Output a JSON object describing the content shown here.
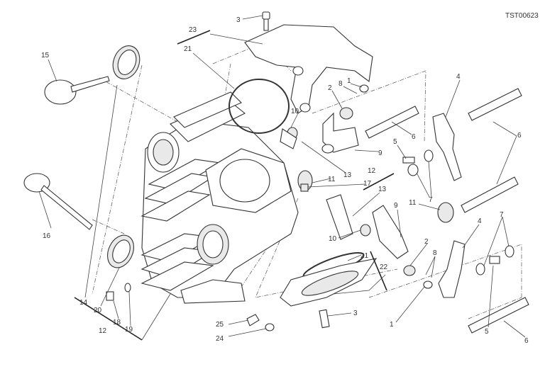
{
  "diagram_code": "TST00623",
  "callouts": {
    "c3_top": "3",
    "c23": "23",
    "c21_top": "21",
    "c15": "15",
    "c1_top": "1",
    "c8_top": "8",
    "c2_top": "2",
    "c4_top": "4",
    "c10_top": "10",
    "c6_a": "6",
    "c6_b": "6",
    "c9_top": "9",
    "c5_top": "5",
    "c13_a": "13",
    "c12_top": "12",
    "c11_top": "11",
    "c17": "17",
    "c7_top": "7",
    "c13_b": "13",
    "c9_mid": "9",
    "c11_mid": "11",
    "c16": "16",
    "c10_mid": "10",
    "c21_mid": "21",
    "c2_mid": "2",
    "c8_mid": "8",
    "c4_mid": "4",
    "c7_mid": "7",
    "c22": "22",
    "c14": "14",
    "c20": "20",
    "c18": "18",
    "c19": "19",
    "c12_bot": "12",
    "c1_bot": "1",
    "c5_bot": "5",
    "c3_bot": "3",
    "c25": "25",
    "c24": "24",
    "c6_bot": "6"
  }
}
